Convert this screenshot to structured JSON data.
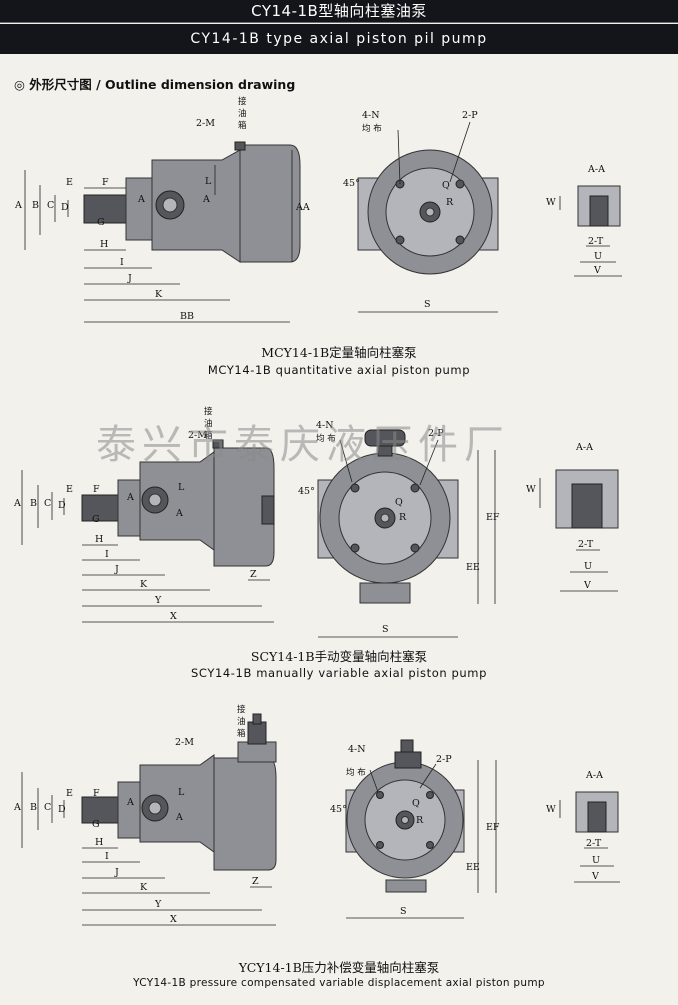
{
  "header": {
    "title_cn": "CY14-1B型轴向柱塞油泵",
    "title_en": "CY14-1B type axial piston pil pump"
  },
  "section": {
    "marker": "◎",
    "title": "外形尺寸图 / Outline dimension drawing"
  },
  "watermark": "泰兴市泰庆液压件厂",
  "pumps": [
    {
      "caption_cn": "MCY14-1B定量轴向柱塞泵",
      "caption_en": "MCY14-1B quantitative axial piston pump"
    },
    {
      "caption_cn": "SCY14-1B手动变量轴向柱塞泵",
      "caption_en": "SCY14-1B manually variable axial piston pump"
    },
    {
      "caption_cn": "YCY14-1B压力补偿变量轴向柱塞泵",
      "caption_en": "YCY14-1B pressure compensated variable displacement axial piston pump"
    }
  ],
  "labels": {
    "oil_fill_1": "接",
    "oil_fill_2": "油",
    "oil_fill_3": "箱",
    "port_m": "2-M",
    "port_p": "2-P",
    "bolt_n": "4-N",
    "even": "均 布",
    "angle": "45°",
    "section_aa": "A-A",
    "A": "A",
    "B": "B",
    "C": "C",
    "D": "D",
    "E": "E",
    "F": "F",
    "G": "G",
    "H": "H",
    "I": "I",
    "J": "J",
    "K": "K",
    "L": "L",
    "Y": "Y",
    "X": "X",
    "Z": "Z",
    "BB": "BB",
    "AA": "AA",
    "EE": "EE",
    "EF": "EF",
    "Q": "Q",
    "R": "R",
    "S": "S",
    "T": "2-T",
    "U": "U",
    "V": "V",
    "W": "W"
  }
}
